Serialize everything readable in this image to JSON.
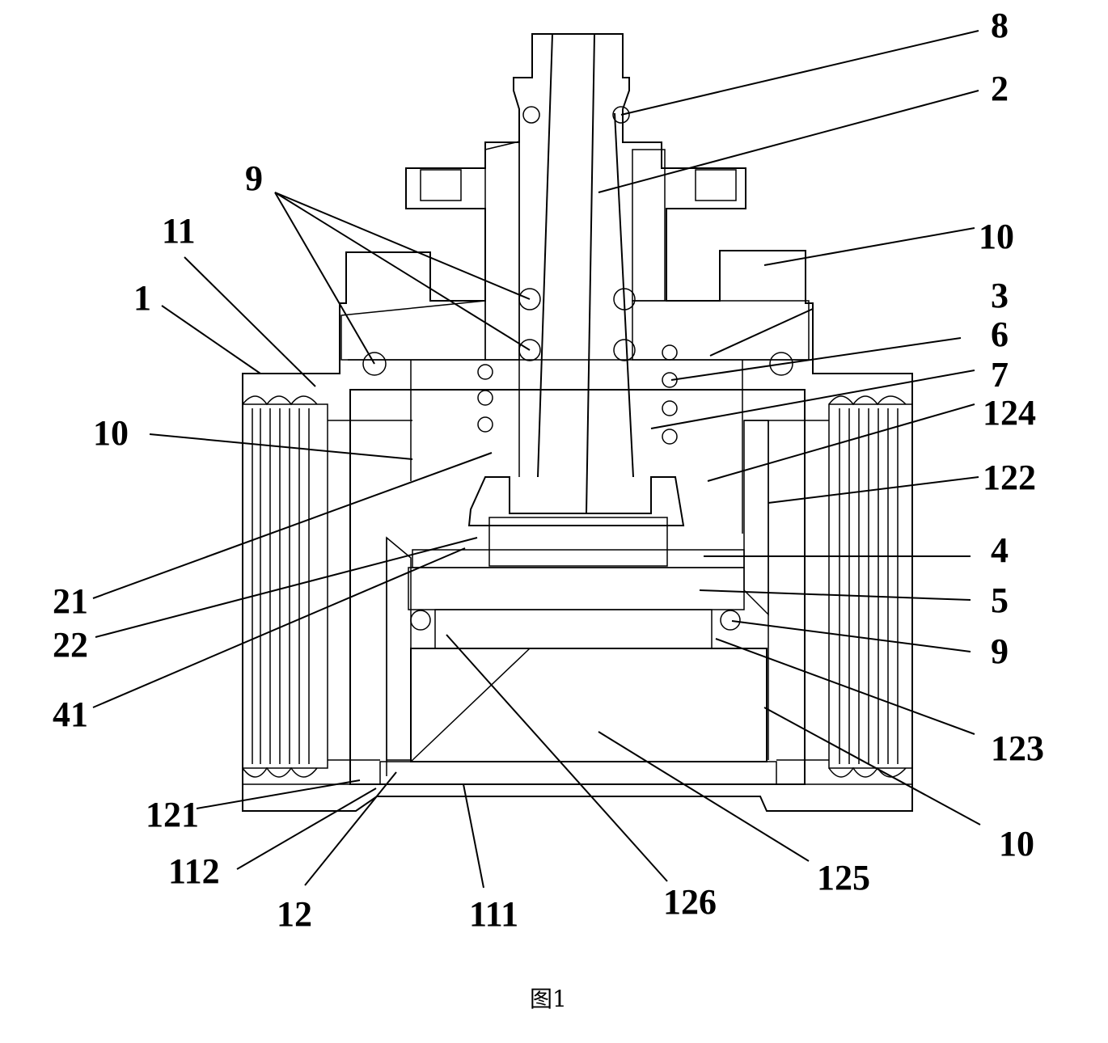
{
  "figure": {
    "caption": "图1",
    "labels": {
      "l8": "8",
      "l2": "2",
      "l9a": "9",
      "l11": "11",
      "l1": "1",
      "l10a": "10",
      "l10b": "10",
      "l3": "3",
      "l6": "6",
      "l7": "7",
      "l124": "124",
      "l122": "122",
      "l4": "4",
      "l5": "5",
      "l9b": "9",
      "l123": "123",
      "l10c": "10",
      "l21": "21",
      "l22": "22",
      "l41": "41",
      "l121": "121",
      "l112": "112",
      "l12": "12",
      "l111": "111",
      "l126": "126",
      "l125": "125"
    }
  }
}
